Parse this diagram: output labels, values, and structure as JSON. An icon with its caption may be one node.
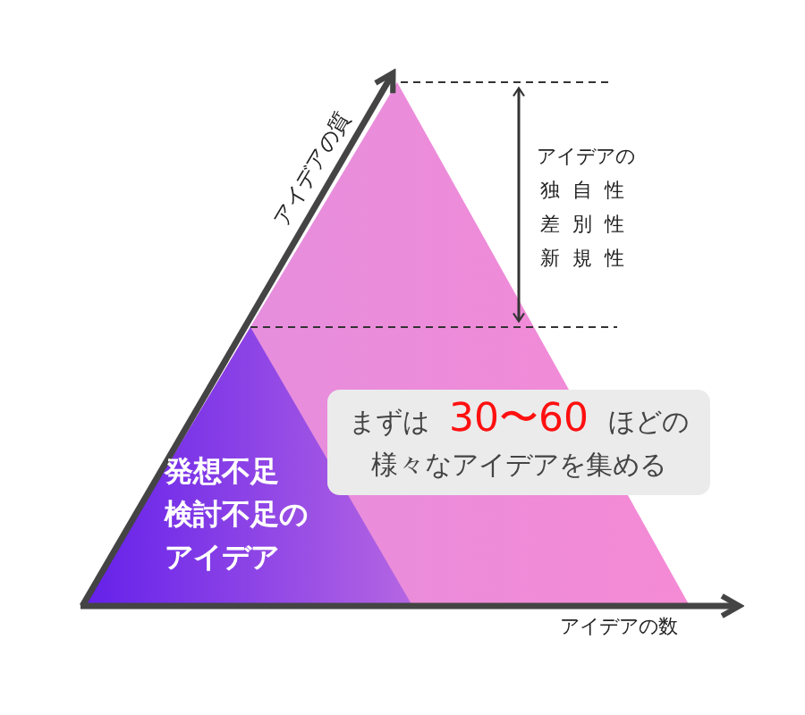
{
  "diagram": {
    "nodes": [
      {
        "text": [
          "発想不足",
          "検討不足の",
          "アイデア"
        ]
      },
      {
        "text": [
          "まずは **30〜60** ほどの",
          "様々なアイデアを集める"
        ]
      }
    ],
    "labels": [
      "アイデアの質",
      "アイデアの",
      "独自性",
      "差別性",
      "新規性",
      "アイデアの数"
    ]
  }
}
